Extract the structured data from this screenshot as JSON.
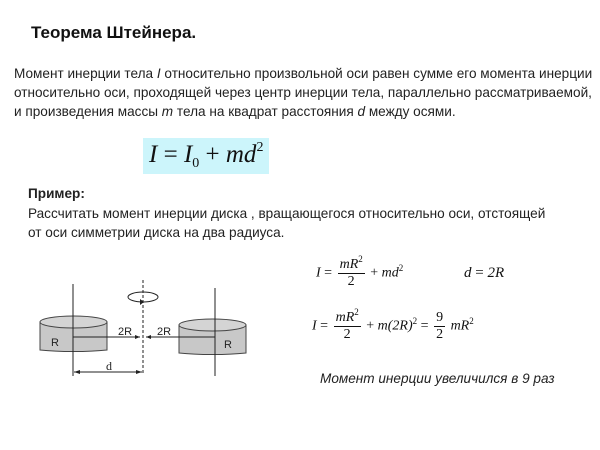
{
  "title": "Теорема Штейнера.",
  "theorem": {
    "text_parts": [
      "Момент инерции тела ",
      "I",
      " относительно произвольной оси равен сумме его момента инерции относительно оси, проходящей через центр инерции тела, параллельно рассматриваемой, и произведения массы ",
      "m",
      " тела на квадрат  расстояния ",
      "d",
      " между осями."
    ],
    "formula": {
      "lhs": "I",
      "eq": "=",
      "i0": "I",
      "i0_sub": "0",
      "plus": "+",
      "md": "md",
      "exp": "2",
      "bg_color": "#ccf5fb"
    }
  },
  "example": {
    "heading": "Пример:",
    "text": "Рассчитать момент инерции диска , вращающегося относительно оси, отстоящей от оси симметрии диска на два радиуса."
  },
  "diagram": {
    "left_disk_label": "R",
    "right_disk_label": "R",
    "left_distance_label": "2R",
    "right_distance_label": "2R",
    "d_label": "d",
    "disk_color": "#c8c8c8"
  },
  "equations": {
    "eq1": {
      "lhs": "I",
      "eq": "=",
      "num": "mR",
      "num_exp": "2",
      "den": "2",
      "plus": "+",
      "md": "md",
      "md_exp": "2"
    },
    "eq_d": {
      "lhs": "d",
      "eq": "=",
      "rhs": "2R"
    },
    "eq2": {
      "lhs": "I",
      "eq": "=",
      "num": "mR",
      "num_exp": "2",
      "den": "2",
      "plus": "+",
      "term": "m(2R)",
      "term_exp": "2",
      "eq2": "=",
      "frac_num": "9",
      "frac_den": "2",
      "tail": "mR",
      "tail_exp": "2"
    }
  },
  "result": "Момент инерции увеличился в 9 раз"
}
